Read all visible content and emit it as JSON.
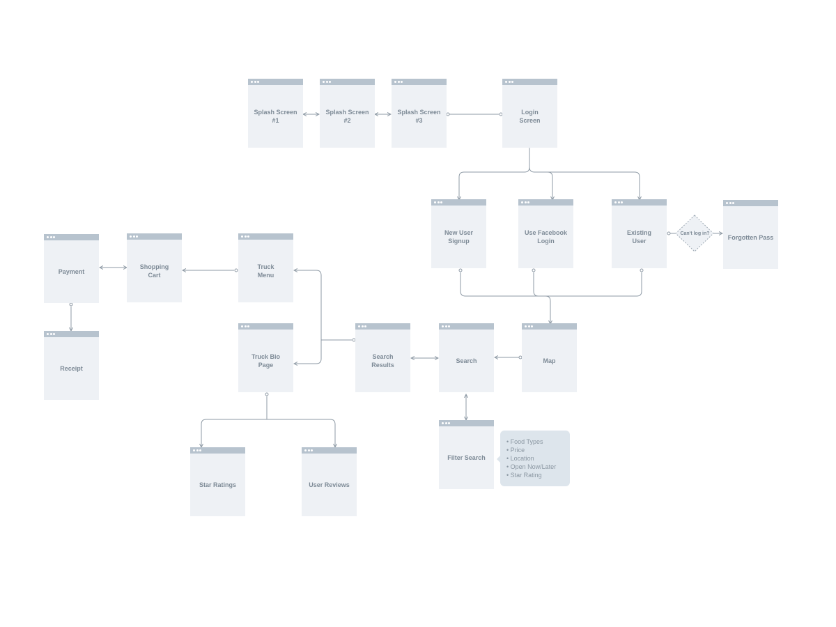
{
  "colors": {
    "node_fill": "#eef1f5",
    "title_bar": "#b7c3ce",
    "line": "#8e9aa5",
    "label": "#7d8a96",
    "note_fill": "#dde5ec"
  },
  "nodes": [
    {
      "id": "splash1",
      "label": "Splash Screen\n#1"
    },
    {
      "id": "splash2",
      "label": "Splash Screen\n#2"
    },
    {
      "id": "splash3",
      "label": "Splash Screen\n#3"
    },
    {
      "id": "login",
      "label": "Login\nScreen"
    },
    {
      "id": "newuser",
      "label": "New User\nSignup"
    },
    {
      "id": "facebook",
      "label": "Use Facebook\nLogin"
    },
    {
      "id": "existing",
      "label": "Existing\nUser"
    },
    {
      "id": "forgotten",
      "label": "Forgotten Pass"
    },
    {
      "id": "payment",
      "label": "Payment"
    },
    {
      "id": "cart",
      "label": "Shopping\nCart"
    },
    {
      "id": "menu",
      "label": "Truck\nMenu"
    },
    {
      "id": "receipt",
      "label": "Receipt"
    },
    {
      "id": "bio",
      "label": "Truck Bio\nPage"
    },
    {
      "id": "results",
      "label": "Search\nResults"
    },
    {
      "id": "search",
      "label": "Search"
    },
    {
      "id": "map",
      "label": "Map"
    },
    {
      "id": "filter",
      "label": "Filter Search"
    },
    {
      "id": "ratings",
      "label": "Star Ratings"
    },
    {
      "id": "reviews",
      "label": "User Reviews"
    }
  ],
  "decision": {
    "label": "Can't log in?"
  },
  "filter_note": {
    "items": [
      "• Food Types",
      "• Price",
      "• Location",
      "• Open Now/Later",
      "• Star Rating"
    ]
  }
}
